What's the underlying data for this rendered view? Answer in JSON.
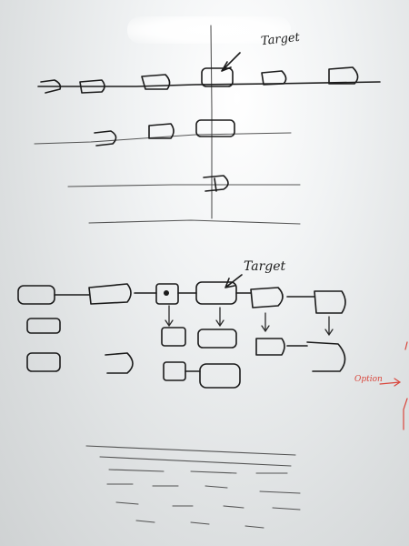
{
  "annotations": {
    "top_target": "Target",
    "mid_target": "Target",
    "side_note": "Option"
  },
  "colors": {
    "whiteboard": "#e6e8e9",
    "ink": "#1b1b1b",
    "red_marker": "#d9473d"
  }
}
